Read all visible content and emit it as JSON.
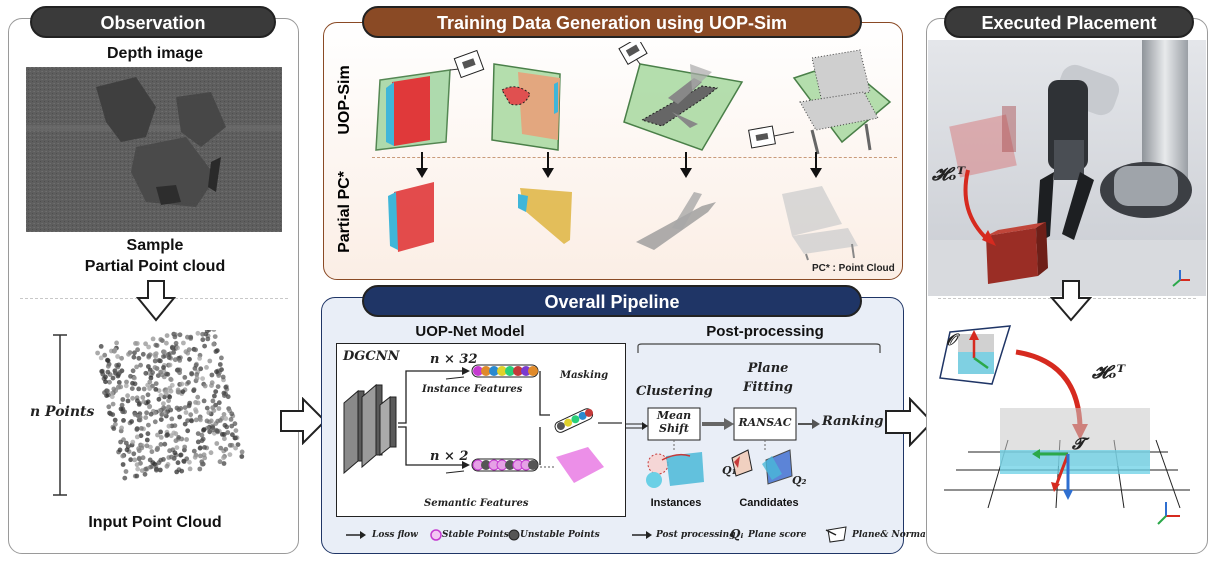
{
  "observation": {
    "header": "Observation",
    "depth_label": "Depth image",
    "sample_line1": "Sample",
    "sample_line2": "Partial Point cloud",
    "n_points": "n Points",
    "input_label": "Input Point Cloud"
  },
  "training": {
    "header": "Training Data Generation using UOP-Sim",
    "row1_label": "UOP-Sim",
    "row2_label": "Partial PC*",
    "footnote": "PC* : Point Cloud"
  },
  "executed": {
    "header": "Executed Placement",
    "transform": "𝓗ₒᵀ",
    "obj_label": "𝒪",
    "target_label": "𝓣"
  },
  "pipeline": {
    "header": "Overall Pipeline",
    "model_title": "UOP-Net Model",
    "post_title": "Post-processing",
    "dgcnn": "DGCNN",
    "inst_dim": "n × 32",
    "inst_label": "Instance Features",
    "sem_dim": "n × 2",
    "sem_label": "Semantic Features",
    "masking": "Masking",
    "clustering": "Clustering",
    "plane_fitting_1": "Plane",
    "plane_fitting_2": "Fitting",
    "mean_shift_1": "Mean",
    "mean_shift_2": "Shift",
    "ransac": "RANSAC",
    "ranking": "Ranking",
    "instances": "Instances",
    "candidates": "Candidates",
    "q1": "Q₁",
    "q2": "Q₂"
  },
  "legend": {
    "loss_flow": "Loss flow",
    "stable": "Stable Points",
    "unstable": "Unstable Points",
    "post_processing": "Post processing",
    "plane_score_sym": "Qᵢ",
    "plane_score": "Plane score",
    "plane_normal": "Plane& Normal"
  },
  "colors": {
    "header_dark": "#3a3a3a",
    "training_header": "#8a4a25",
    "pipeline_header": "#1f3566",
    "pipeline_bg": "#e9eef7",
    "training_bg": "#fbeee5",
    "red_arrow": "#d62a1f",
    "normal_blue": "#2f6fd0"
  }
}
